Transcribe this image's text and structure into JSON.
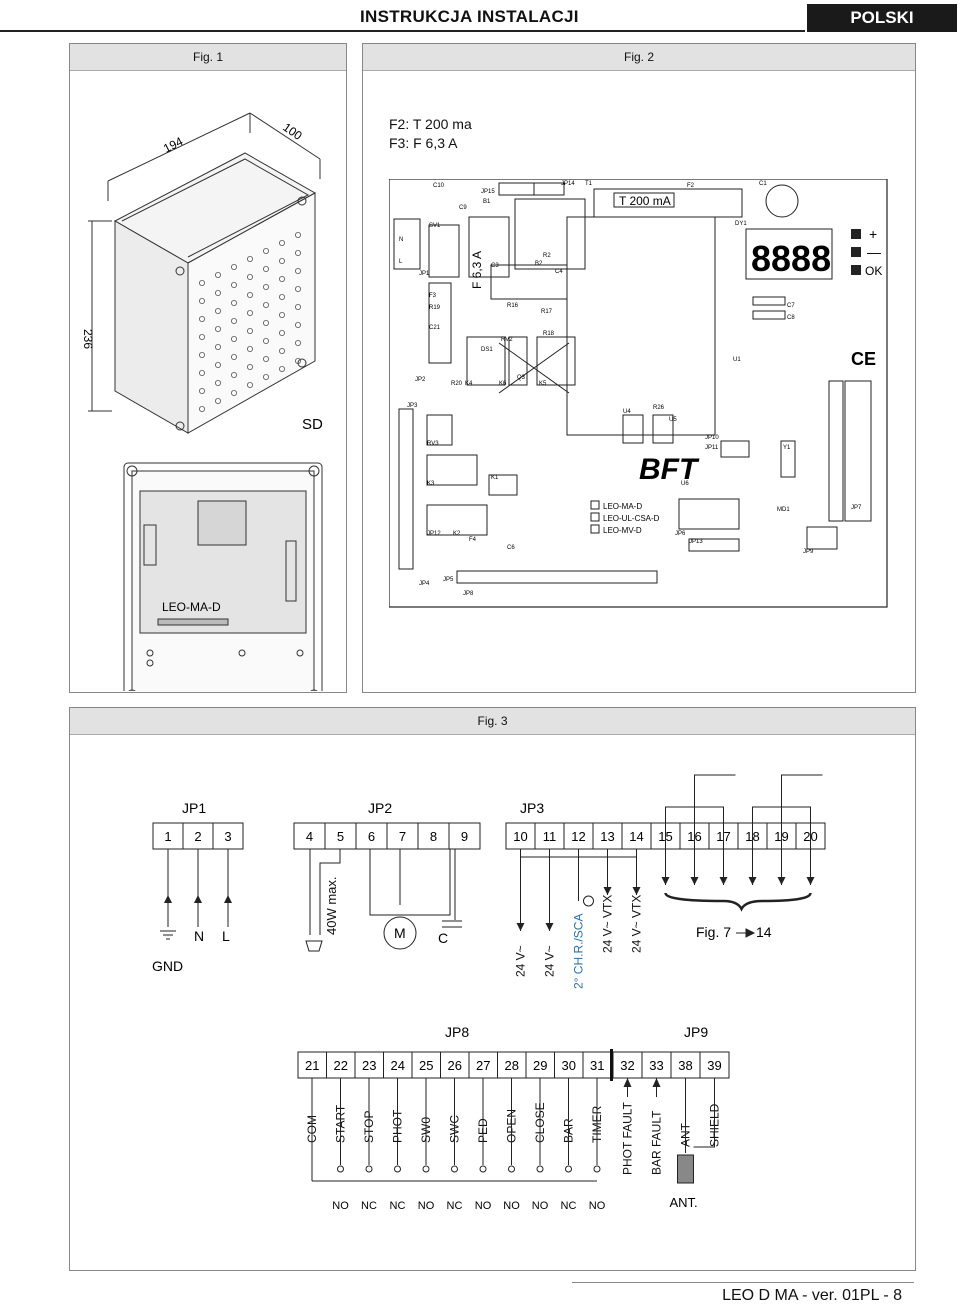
{
  "header": {
    "title": "INSTRUKCJA INSTALACJI",
    "language": "POLSKI"
  },
  "fig1": {
    "label": "Fig. 1",
    "dim_w": "194",
    "dim_d": "100",
    "dim_h": "236",
    "sd": "SD",
    "board": "LEO-MA-D"
  },
  "fig2": {
    "label": "Fig. 2",
    "fuse_f2": "F2: T 200 ma",
    "fuse_f3": "F3: F 6,3 A",
    "t200": "T 200 mA",
    "f63": "F 6,3 A",
    "display": "8888",
    "plus": "+",
    "minus": "—",
    "ok": "OK",
    "brand": "BFT",
    "ce": "CE",
    "models": [
      "LEO-MA-D",
      "LEO-UL-CSA-D",
      "LEO-MV-D"
    ],
    "refs": [
      "C10",
      "C9",
      "B1",
      "JP15",
      "JP14",
      "T1",
      "F2",
      "C1",
      "DY1",
      "SV1",
      "N",
      "L",
      "JP1",
      "C3",
      "R2",
      "B2",
      "C4",
      "F3",
      "R19",
      "R16",
      "R17",
      "C21",
      "RV2",
      "R18",
      "C7",
      "C8",
      "DS1",
      "U1",
      "JP2",
      "R20",
      "K4",
      "K6",
      "Q3",
      "K5",
      "JP3",
      "U4",
      "R26",
      "U5",
      "RV3",
      "JP10",
      "JP11",
      "Y1",
      "K3",
      "K1",
      "U6",
      "MD1",
      "JP7",
      "JP12",
      "K2",
      "F4",
      "JP6",
      "C6",
      "JP13",
      "JP9",
      "JP4",
      "JP5",
      "JP8"
    ]
  },
  "fig3": {
    "label": "Fig. 3",
    "jp1": {
      "label": "JP1",
      "pins": [
        "1",
        "2",
        "3"
      ],
      "gnd": "GND",
      "n": "N",
      "l": "L"
    },
    "jp2": {
      "label": "JP2",
      "pins": [
        "4",
        "5",
        "6",
        "7",
        "8",
        "9"
      ],
      "lamp": "40W max.",
      "motor": "M",
      "cap": "C"
    },
    "jp3": {
      "label": "JP3",
      "pins": [
        "10",
        "11",
        "12",
        "13",
        "14",
        "15",
        "16",
        "17",
        "18",
        "19",
        "20"
      ],
      "labels": [
        "24 V~",
        "24 V~",
        "2° CH.R./SCA",
        "24 V~ VTX",
        "24 V~ VTX"
      ],
      "fig_ref": "Fig. 7",
      "fig_ref_end": "14"
    },
    "jp8": {
      "label": "JP8",
      "pins": [
        "21",
        "22",
        "23",
        "24",
        "25",
        "26",
        "27",
        "28",
        "29",
        "30",
        "31"
      ],
      "labels": [
        "COM",
        "START",
        "STOP",
        "PHOT",
        "SW0",
        "SWC",
        "PED",
        "OPEN",
        "CLOSE",
        "BAR",
        "TIMER"
      ],
      "contacts": [
        "NO",
        "NC",
        "NC",
        "NO",
        "NC",
        "NO",
        "NO",
        "NO",
        "NC",
        "NO"
      ]
    },
    "jp9": {
      "label": "JP9",
      "pins": [
        "32",
        "33",
        "38",
        "39"
      ],
      "labels": [
        "PHOT FAULT",
        "BAR FAULT",
        "ANT",
        "SHIELD"
      ],
      "ant": "ANT."
    }
  },
  "footer": {
    "text": "LEO D MA - ver. 01PL - 8"
  }
}
